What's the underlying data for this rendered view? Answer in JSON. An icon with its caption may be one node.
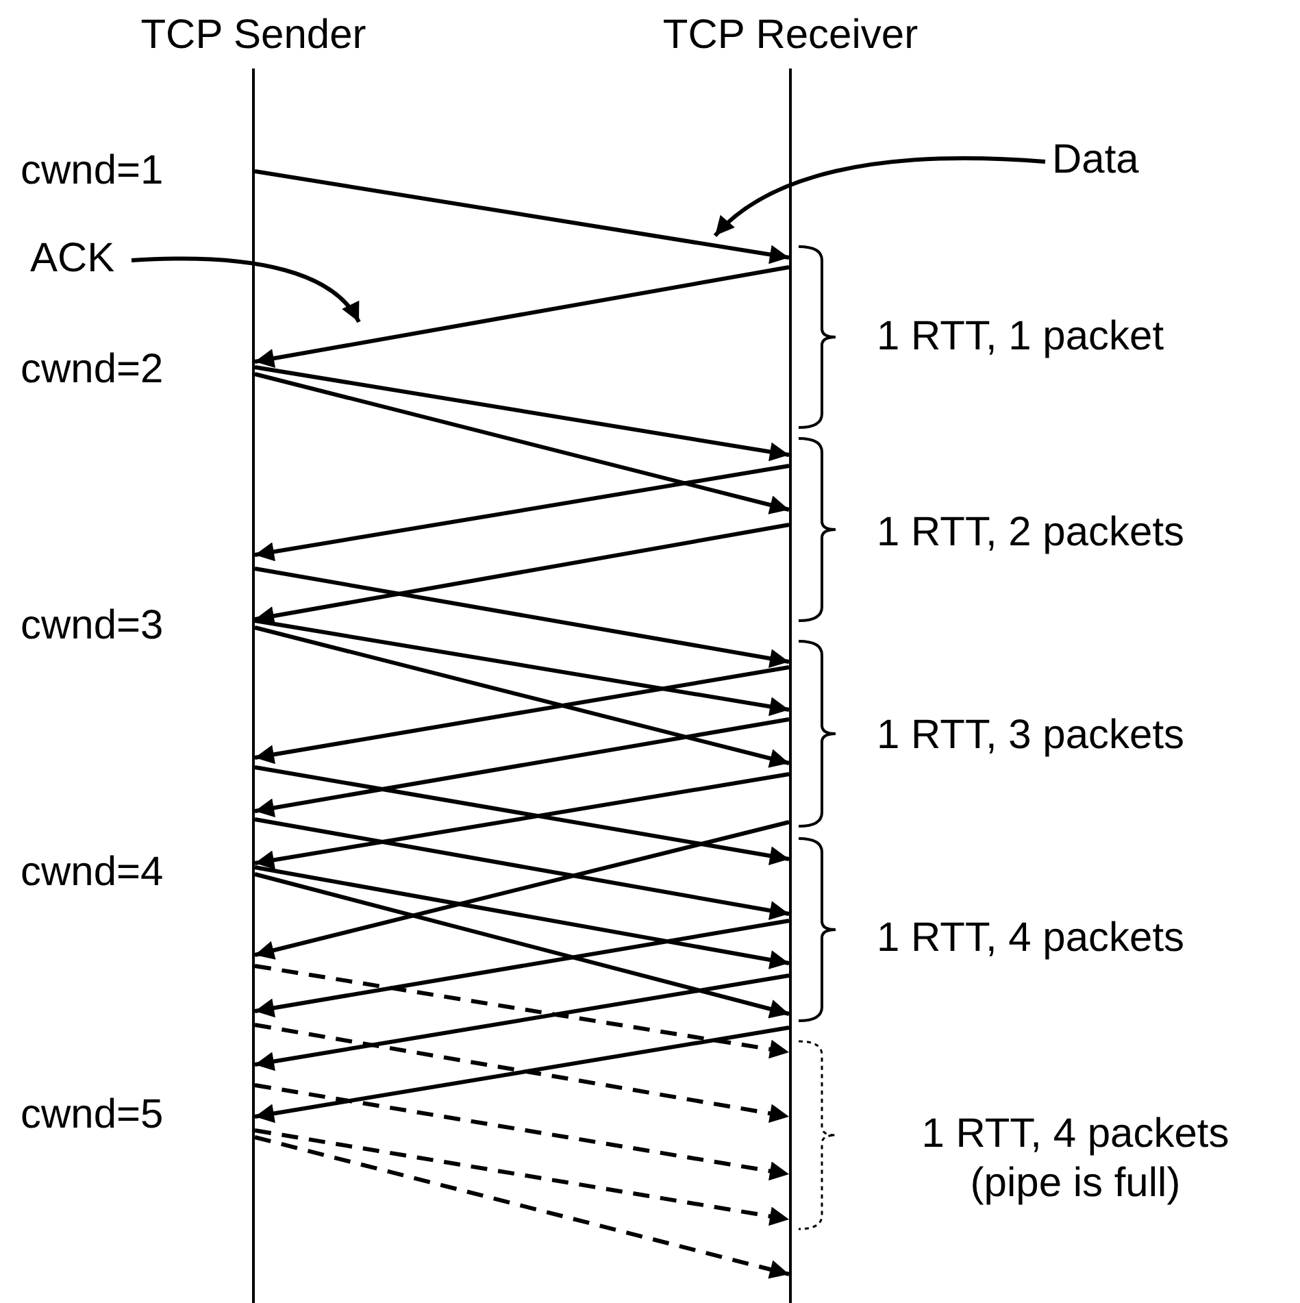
{
  "diagram": {
    "nodes": [
      {
        "text": [
          "TCP Sender"
        ]
      },
      {
        "text": [
          "TCP Receiver"
        ]
      },
      {
        "text": [
          "Data"
        ]
      },
      {
        "text": [
          "ACK"
        ]
      }
    ],
    "edges": [
      {
        "from": 0,
        "to": 1,
        "arrow": "to"
      },
      {
        "from": 1,
        "to": 0,
        "arrow": "to"
      },
      {
        "from": 0,
        "to": 1,
        "arrow": "to"
      },
      {
        "from": 0,
        "to": 1,
        "arrow": "to"
      },
      {
        "from": 1,
        "to": 0,
        "arrow": "to"
      },
      {
        "from": 1,
        "to": 0,
        "arrow": "to"
      },
      {
        "from": 0,
        "to": 1,
        "arrow": "to"
      },
      {
        "from": 0,
        "to": 1,
        "arrow": "to"
      },
      {
        "from": 0,
        "to": 1,
        "arrow": "to"
      },
      {
        "from": 1,
        "to": 0,
        "arrow": "to"
      },
      {
        "from": 1,
        "to": 0,
        "arrow": "to"
      },
      {
        "from": 1,
        "to": 0,
        "arrow": "to"
      },
      {
        "from": 0,
        "to": 1,
        "arrow": "to"
      },
      {
        "from": 0,
        "to": 1,
        "arrow": "to"
      },
      {
        "from": 0,
        "to": 1,
        "arrow": "to"
      },
      {
        "from": 0,
        "to": 1,
        "arrow": "to"
      },
      {
        "from": 1,
        "to": 0,
        "arrow": "to"
      },
      {
        "from": 1,
        "to": 0,
        "arrow": "to"
      },
      {
        "from": 1,
        "to": 0,
        "arrow": "to"
      },
      {
        "from": 1,
        "to": 0,
        "arrow": "to"
      },
      {
        "from": 0,
        "to": 1,
        "arrow": "to",
        "style": "dashed"
      },
      {
        "from": 0,
        "to": 1,
        "arrow": "to",
        "style": "dashed"
      },
      {
        "from": 0,
        "to": 1,
        "arrow": "to",
        "style": "dashed"
      },
      {
        "from": 0,
        "to": 1,
        "arrow": "to",
        "style": "dashed"
      },
      {
        "from": 0,
        "to": 1,
        "arrow": "to",
        "style": "dashed"
      },
      {
        "from": 2,
        "to": null,
        "arrow": "to"
      },
      {
        "from": 3,
        "to": null,
        "arrow": "to"
      }
    ],
    "labels": [
      "cwnd=1",
      "1 RTT, 1 packet",
      "cwnd=2",
      "1 RTT, 2 packets",
      "cwnd=3",
      "1 RTT, 3 packets",
      "cwnd=4",
      "1 RTT, 4 packets",
      "cwnd=5",
      "1 RTT, 4 packets (pipe is full)"
    ]
  }
}
